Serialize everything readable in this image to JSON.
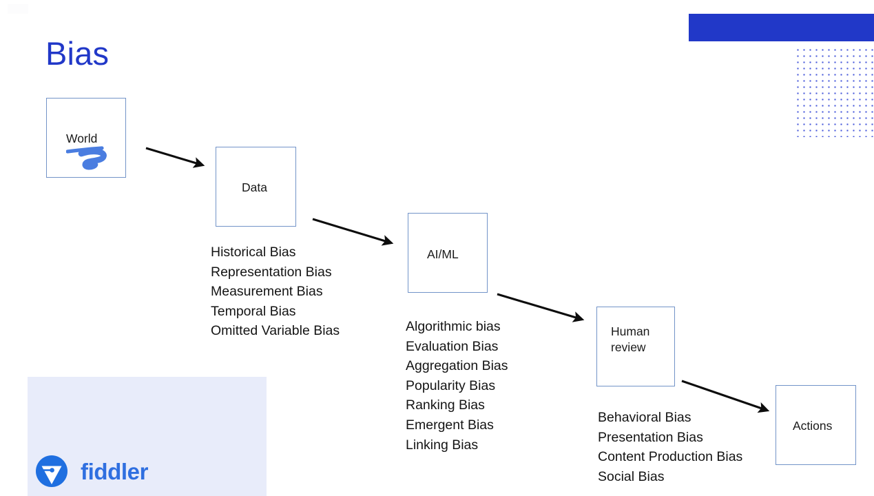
{
  "slide": {
    "title": "Bias",
    "title_color": "#2138c8",
    "background": "#ffffff"
  },
  "decor": {
    "top_bar_color": "#2138c8",
    "dot_grid_color": "#3b4fd8",
    "logo_panel_color": "#e8ecfa"
  },
  "flow": {
    "boxes": [
      {
        "id": "world",
        "label": "World",
        "border_color": "#7293c8"
      },
      {
        "id": "data",
        "label": "Data",
        "border_color": "#7293c8"
      },
      {
        "id": "aiml",
        "label": "AI/ML",
        "border_color": "#7293c8"
      },
      {
        "id": "human",
        "label": "Human\nreview",
        "border_color": "#7293c8"
      },
      {
        "id": "actions",
        "label": "Actions",
        "border_color": "#7293c8"
      }
    ],
    "arrows": [
      {
        "from": "world",
        "to": "data"
      },
      {
        "from": "data",
        "to": "aiml"
      },
      {
        "from": "aiml",
        "to": "human"
      },
      {
        "from": "human",
        "to": "actions"
      }
    ],
    "annotation": {
      "type": "scribble",
      "color": "#4a7de0",
      "inside": "world"
    }
  },
  "bias_lists": {
    "data_stage": [
      "Historical Bias",
      "Representation Bias",
      "Measurement Bias",
      "Temporal Bias",
      "Omitted Variable Bias"
    ],
    "model_stage": [
      "Algorithmic bias",
      "Evaluation Bias",
      "Aggregation Bias",
      "Popularity Bias",
      "Ranking Bias",
      "Emergent Bias",
      "Linking Bias"
    ],
    "human_stage": [
      "Behavioral Bias",
      "Presentation Bias",
      "Content Production Bias",
      "Social Bias"
    ]
  },
  "branding": {
    "wordmark": "fiddler",
    "wordmark_color": "#2f6fe0",
    "mark_color": "#1f6fe0"
  }
}
